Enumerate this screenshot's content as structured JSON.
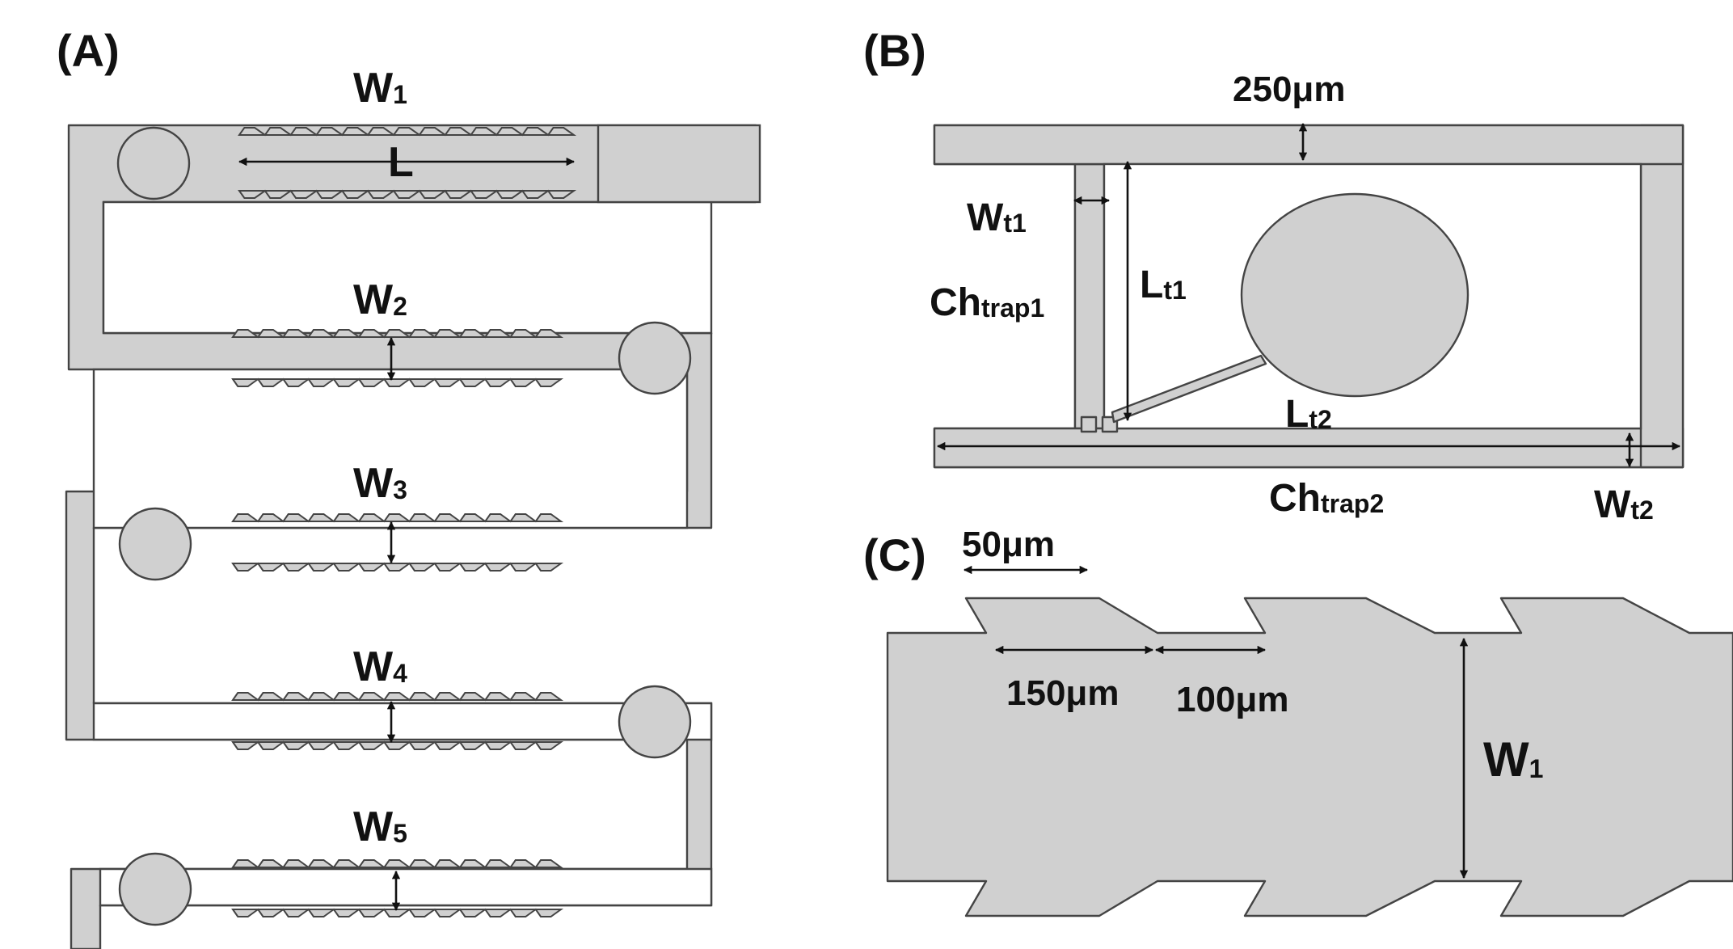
{
  "panels": {
    "a": "(A)",
    "b": "(B)",
    "c": "(C)"
  },
  "panel_a": {
    "w1": "W",
    "w1_sub": "1",
    "length": "L",
    "w2": "W",
    "w2_sub": "2",
    "w3": "W",
    "w3_sub": "3",
    "w4": "W",
    "w4_sub": "4",
    "w5": "W",
    "w5_sub": "5"
  },
  "panel_b": {
    "top_width": "250μm",
    "wt1": "W",
    "wt1_sub": "t1",
    "ch1": "Ch",
    "ch1_sub": "trap1",
    "lt1": "L",
    "lt1_sub": "t1",
    "lt2": "L",
    "lt2_sub": "t2",
    "ch2": "Ch",
    "ch2_sub": "trap2",
    "wt2": "W",
    "wt2_sub": "t2"
  },
  "panel_c": {
    "scale_50": "50μm",
    "dim_150": "150μm",
    "dim_100": "100μm",
    "w1": "W",
    "w1_sub": "1"
  },
  "colors": {
    "channel_fill": "#d0d0d0",
    "channel_stroke": "#444444",
    "text": "#111111",
    "background": "#ffffff"
  }
}
